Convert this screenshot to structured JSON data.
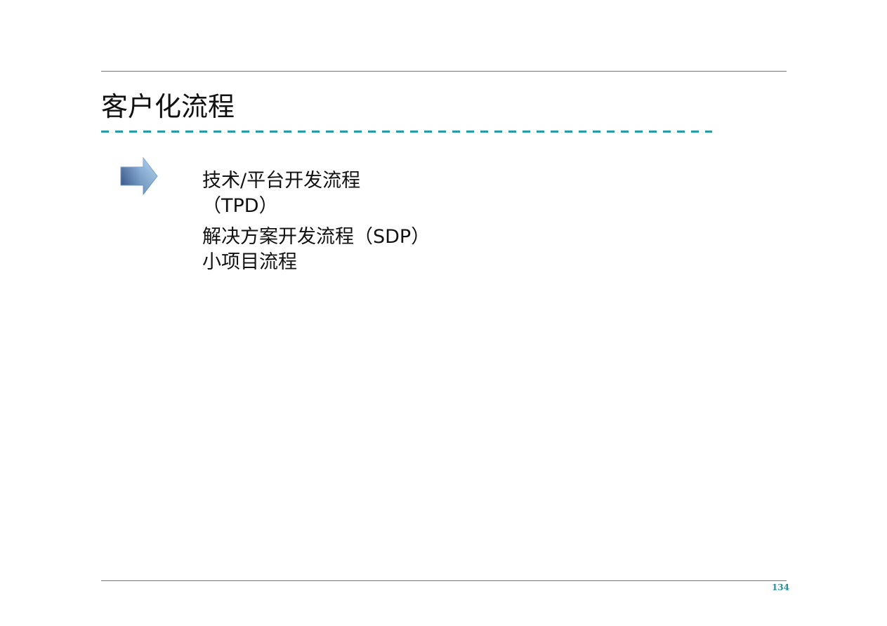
{
  "slide": {
    "title": "客户化流程",
    "bullet_icon": "right-arrow-icon",
    "items": [
      "技术/平台开发流程",
      "（TPD）",
      "解决方案开发流程（SDP）",
      "小项目流程"
    ],
    "page_number": "134"
  },
  "colors": {
    "rule": "#2e8f9c",
    "dashed_rule": "#2a9aa6",
    "arrow_light": "#9ec8f0",
    "arrow_dark": "#3a5f9a",
    "page_number": "#2a8f9a",
    "text": "#111111"
  }
}
